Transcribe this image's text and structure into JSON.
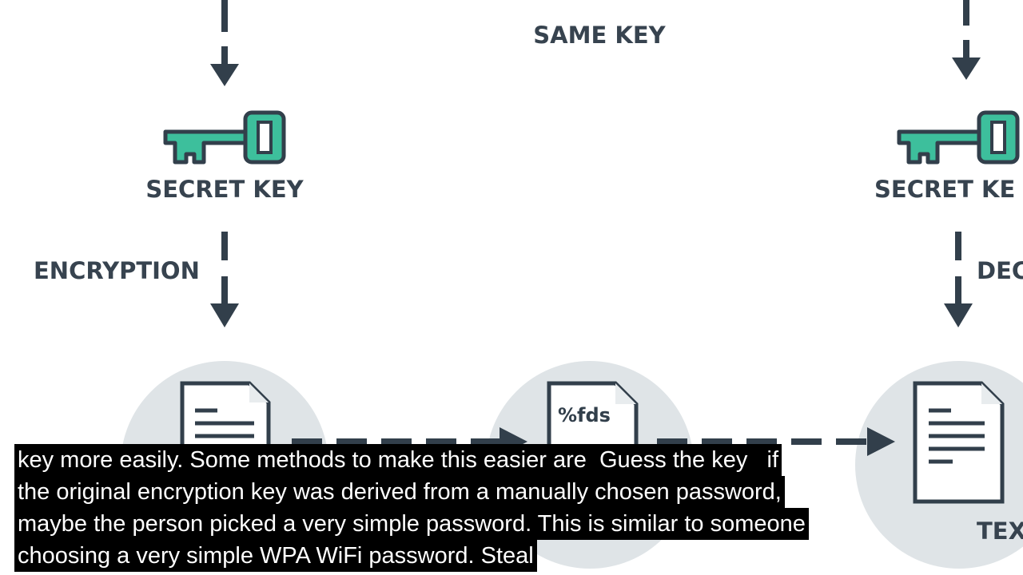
{
  "diagram": {
    "same_key_label": "SAME KEY",
    "left_key_label": "SECRET KEY",
    "right_key_label": "SECRET KE",
    "encryption_label": "ENCRYPTION",
    "decryption_label": "DEC",
    "ciphertext_label": "%fds",
    "right_text_label": "TEX",
    "colors": {
      "dark": "#323f4b",
      "teal": "#3dbf9c",
      "circle": "#dfe4e7"
    }
  },
  "subtitles": {
    "lines": [
      "key more easily. Some methods to make this easier are  Guess the key   if",
      "the original encryption key was derived from a manually chosen password,",
      "maybe the person picked a very simple password. This is similar to someone",
      "choosing a very simple WPA WiFi password. Steal"
    ]
  }
}
